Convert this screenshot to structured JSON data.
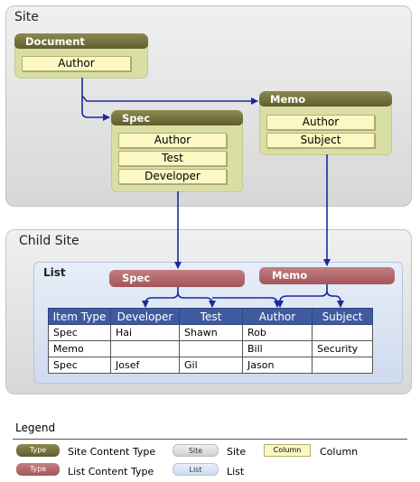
{
  "site": {
    "title": "Site",
    "document": {
      "name": "Document",
      "columns": [
        "Author"
      ]
    },
    "spec": {
      "name": "Spec",
      "columns": [
        "Author",
        "Test",
        "Developer"
      ]
    },
    "memo": {
      "name": "Memo",
      "columns": [
        "Author",
        "Subject"
      ]
    }
  },
  "child_site": {
    "title": "Child Site",
    "list": {
      "title": "List",
      "content_types": [
        "Spec",
        "Memo"
      ],
      "headers": [
        "Item Type",
        "Developer",
        "Test",
        "Author",
        "Subject"
      ],
      "rows": [
        [
          "Spec",
          "Hai",
          "Shawn",
          "Rob",
          ""
        ],
        [
          "Memo",
          "",
          "",
          "Bill",
          "Security"
        ],
        [
          "Spec",
          "Josef",
          "Gil",
          "Jason",
          ""
        ]
      ]
    }
  },
  "legend": {
    "title": "Legend",
    "items": [
      {
        "sample": "Type",
        "label": "Site Content Type"
      },
      {
        "sample": "Site",
        "label": "Site"
      },
      {
        "sample": "Column",
        "label": "Column"
      },
      {
        "sample": "Type",
        "label": "List Content Type"
      },
      {
        "sample": "List",
        "label": "List"
      }
    ]
  },
  "colors": {
    "site_content_type": "#6f6d3a",
    "list_content_type": "#b06a6d",
    "column": "#fbf8c3",
    "list": "#d8e3f2",
    "arrow": "#1a2a9c",
    "table_header": "#3f5b9e"
  }
}
